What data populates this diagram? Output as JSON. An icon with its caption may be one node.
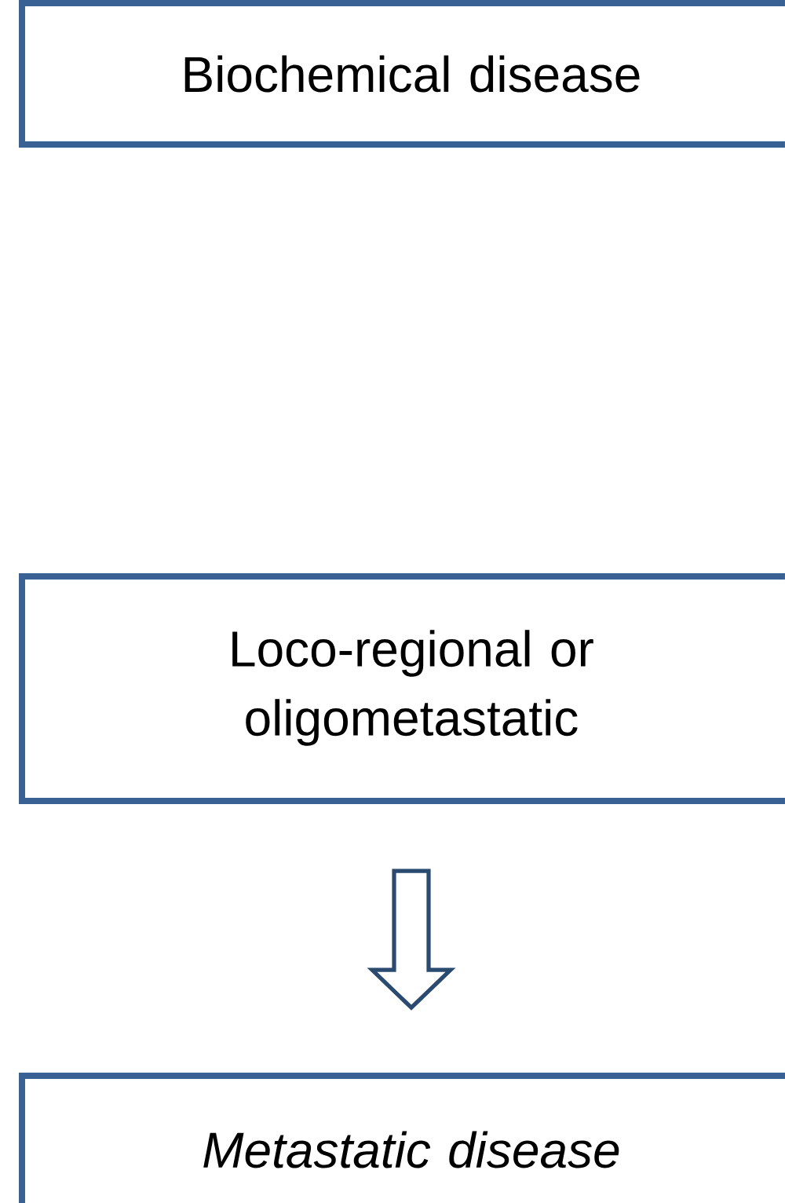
{
  "diagram": {
    "nodes": [
      {
        "text": [
          "Biochemical disease"
        ]
      },
      {
        "text": [
          "Loco-regional or oligometastatic"
        ]
      },
      {
        "text": [
          "Metastatic disease"
        ]
      }
    ],
    "edges": [
      {
        "from": 1,
        "to": 2,
        "arrow": "to"
      }
    ]
  }
}
